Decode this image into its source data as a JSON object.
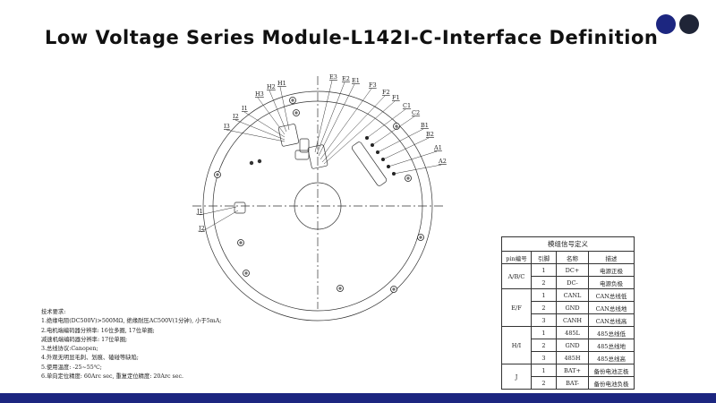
{
  "title": "Low Voltage Series Module-L142I-C-Interface Definition",
  "colors": {
    "dot1": "#1c2680",
    "dot2": "#1f2537",
    "bottom_bar": "#1c2680"
  },
  "drawing": {
    "labels": [
      "H1",
      "H2",
      "H3",
      "I1",
      "I2",
      "I3",
      "E3",
      "E2",
      "E1",
      "F3",
      "F2",
      "F1",
      "C1",
      "C2",
      "B1",
      "B2",
      "A1",
      "A2",
      "J1",
      "J2"
    ]
  },
  "notes": {
    "heading": "技术要求:",
    "lines": [
      "1.绝缘电阻(DC500V)>500MΩ, 绝缘耐压AC500V(1分钟), 小于5mA;",
      "2.电机端编码器分辨率: 16位多圈, 17位单圈;",
      "减速机端编码器分辨率: 17位单圈;",
      "3.总线协议:Canopen;",
      "4.外观无明显毛刺、划痕、磕碰等缺陷;",
      "5.使用温度: -25~55℃;",
      "6.单向定位精度: 60Arc sec, 重复定位精度: 20Arc sec."
    ]
  },
  "table": {
    "title": "模组信号定义",
    "headers": [
      "pin编号",
      "引脚",
      "名称",
      "描述"
    ],
    "groups": [
      {
        "pin": "A/B/C",
        "rows": [
          [
            "1",
            "DC+",
            "电源正极"
          ],
          [
            "2",
            "DC-",
            "电源负极"
          ]
        ]
      },
      {
        "pin": "E/F",
        "rows": [
          [
            "1",
            "CANL",
            "CAN总线低"
          ],
          [
            "2",
            "GND",
            "CAN总线地"
          ],
          [
            "3",
            "CANH",
            "CAN总线高"
          ]
        ]
      },
      {
        "pin": "H/I",
        "rows": [
          [
            "1",
            "485L",
            "485总线低"
          ],
          [
            "2",
            "GND",
            "485总线地"
          ],
          [
            "3",
            "485H",
            "485总线高"
          ]
        ]
      },
      {
        "pin": "J",
        "rows": [
          [
            "1",
            "BAT+",
            "备份电池正极"
          ],
          [
            "2",
            "BAT-",
            "备份电池负极"
          ]
        ]
      }
    ]
  }
}
